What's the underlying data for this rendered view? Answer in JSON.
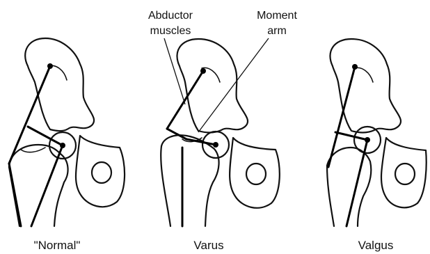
{
  "annotations": {
    "abductor_line1": "Abductor",
    "abductor_line2": "muscles",
    "moment_line1": "Moment",
    "moment_line2": "arm"
  },
  "panels": [
    {
      "key": "normal",
      "caption": "\"Normal\""
    },
    {
      "key": "varus",
      "caption": "Varus"
    },
    {
      "key": "valgus",
      "caption": "Valgus"
    }
  ]
}
